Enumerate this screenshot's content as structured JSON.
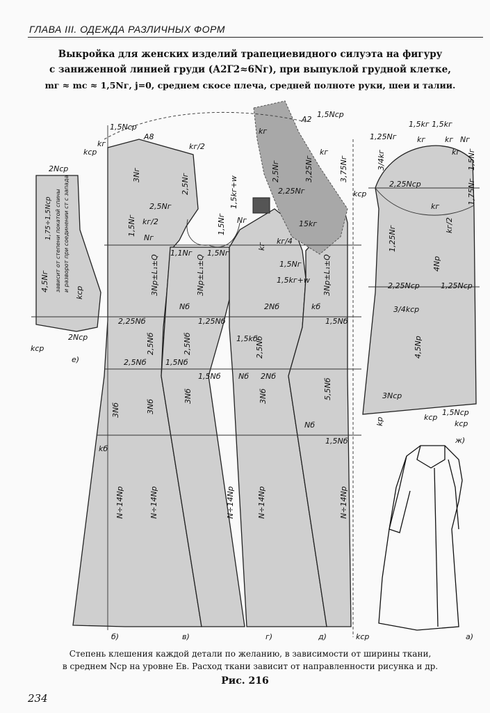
{
  "header": {
    "chapter": "ГЛАВА III. ОДЕЖДА РАЗЛИЧНЫХ ФОРМ"
  },
  "caption": {
    "line1": "Выкройка для женских изделий трапециевидного силуэта на фигуру",
    "line2": "с заниженной линией груди (А2Г2≈6Nг), при выпуклой грудной клетке,",
    "line3": "mг ≈ mс ≈ 1,5Nг, j=0, среднем скосе плеча, средней полноте руки, шеи и талии."
  },
  "labels": {
    "l_15ncp": "1,5Nср",
    "l_a8": "А8",
    "l_kcp": "kср",
    "l_2ncp": "2Nср",
    "l_kg": "kг",
    "l_kg2": "kг/2",
    "l_25ng": "2,5Nг",
    "l_3ng": "3Nг",
    "l_15ng": "1,5Nг",
    "l_ng": "Nг",
    "l_11ng": "1,1Nг",
    "l_15kgw": "1,5kг+w",
    "l_a2": "А2",
    "l_225ng": "2,25Nг",
    "l_325ng": "3,25Nг",
    "l_375ng": "3,75Nг",
    "l_15kg": "15kг",
    "l_kg4": "kг/4",
    "l_3np": "3Nр±L₁±Q",
    "l_2np": "3Nр±L₁±Q",
    "l_15ngr": "1,5Nг",
    "l_nb": "Nб",
    "l_2nb": "2Nб",
    "l_kb": "kб",
    "l_225nb": "2,25Nб",
    "l_125nb": "1,25Nб",
    "l_15nb": "1,5Nб",
    "l_25nb": "2,5Nб",
    "l_15kb": "1,5kб",
    "l_3nb": "3Nб",
    "l_55nb": "5,5Nб",
    "l_n14np": "N÷14Nр",
    "l_e": "е)",
    "l_175": "1,75÷1,5Nср",
    "l_45ng": "4,5Nг",
    "l_vert1": "зависит от степени покатой спины",
    "l_vert2": "и разворот при соединении ст с запада",
    "l_15kgkg": "1,5kг 1,5kг",
    "l_125ngs": "1,25Nг",
    "l_34kg": "3/4kг",
    "l_225ncp": "2,25Nср",
    "l_15ngs": "1,5Nг",
    "l_175ng": "1,75Nг",
    "l_kg2s": "kг/2",
    "l_125ng2": "1,25Nг",
    "l_4np": "4Nр",
    "l_225ncp2": "2,25Nср",
    "l_125ncp": "1,25Nср",
    "l_34kcp": "3/4kср",
    "l_45np": "4,5Nр",
    "l_3ncp": "3Nср",
    "l_kp": "kр",
    "l_kcp2": "kср",
    "l_15ncp2": "1,5Nср",
    "l_zh": "ж)",
    "l_b": "б)",
    "l_v": "в)",
    "l_g": "г)",
    "l_d": "д)",
    "l_a": "а)"
  },
  "bottom": {
    "line1": "Степень клешения каждой детали по желанию, в зависимости от ширины ткани,",
    "line2": "в среднем Nср на уровне Ев. Расход ткани зависит от направленности рисунка и др."
  },
  "figure": {
    "label": "Рис. 216"
  },
  "page": {
    "number": "234"
  },
  "colors": {
    "paper": "#fafafa",
    "fill": "#cfcfcf",
    "dark_fill": "#a8a8a8",
    "ink": "#111111"
  }
}
